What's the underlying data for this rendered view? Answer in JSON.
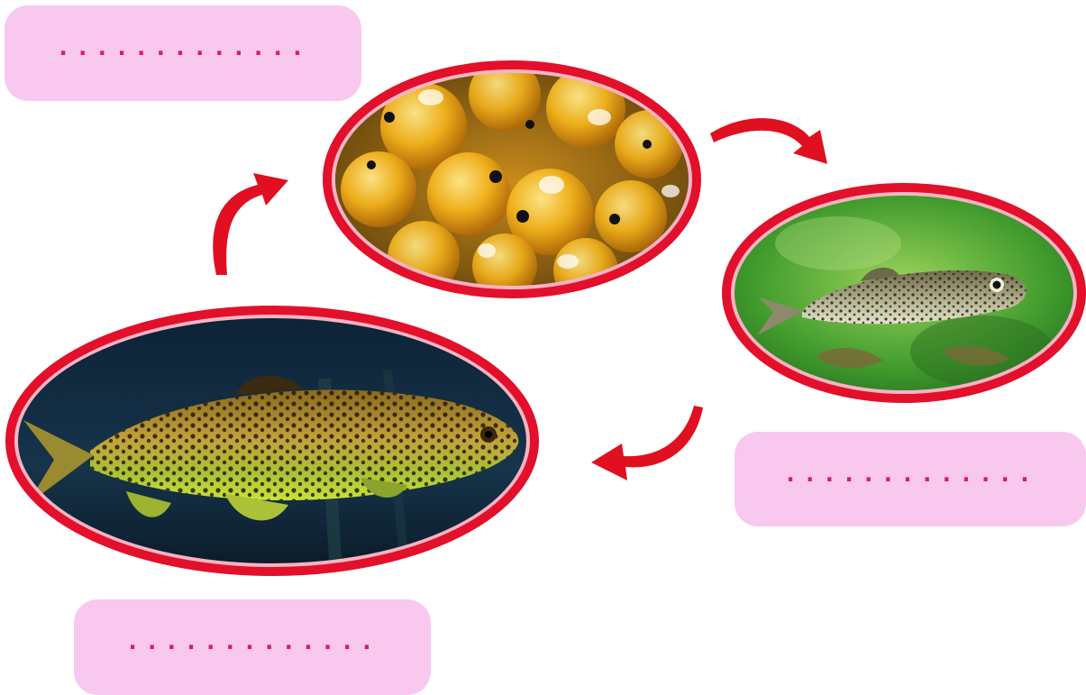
{
  "diagram": {
    "stages": [
      {
        "id": "eggs",
        "label": "............."
      },
      {
        "id": "fry",
        "label": "............."
      },
      {
        "id": "adult",
        "label": "............."
      }
    ]
  },
  "colors": {
    "frame": "#e2102a",
    "arrow": "#e01020",
    "label_bg": "#f8c8ef",
    "dots": "#d81b6a"
  }
}
